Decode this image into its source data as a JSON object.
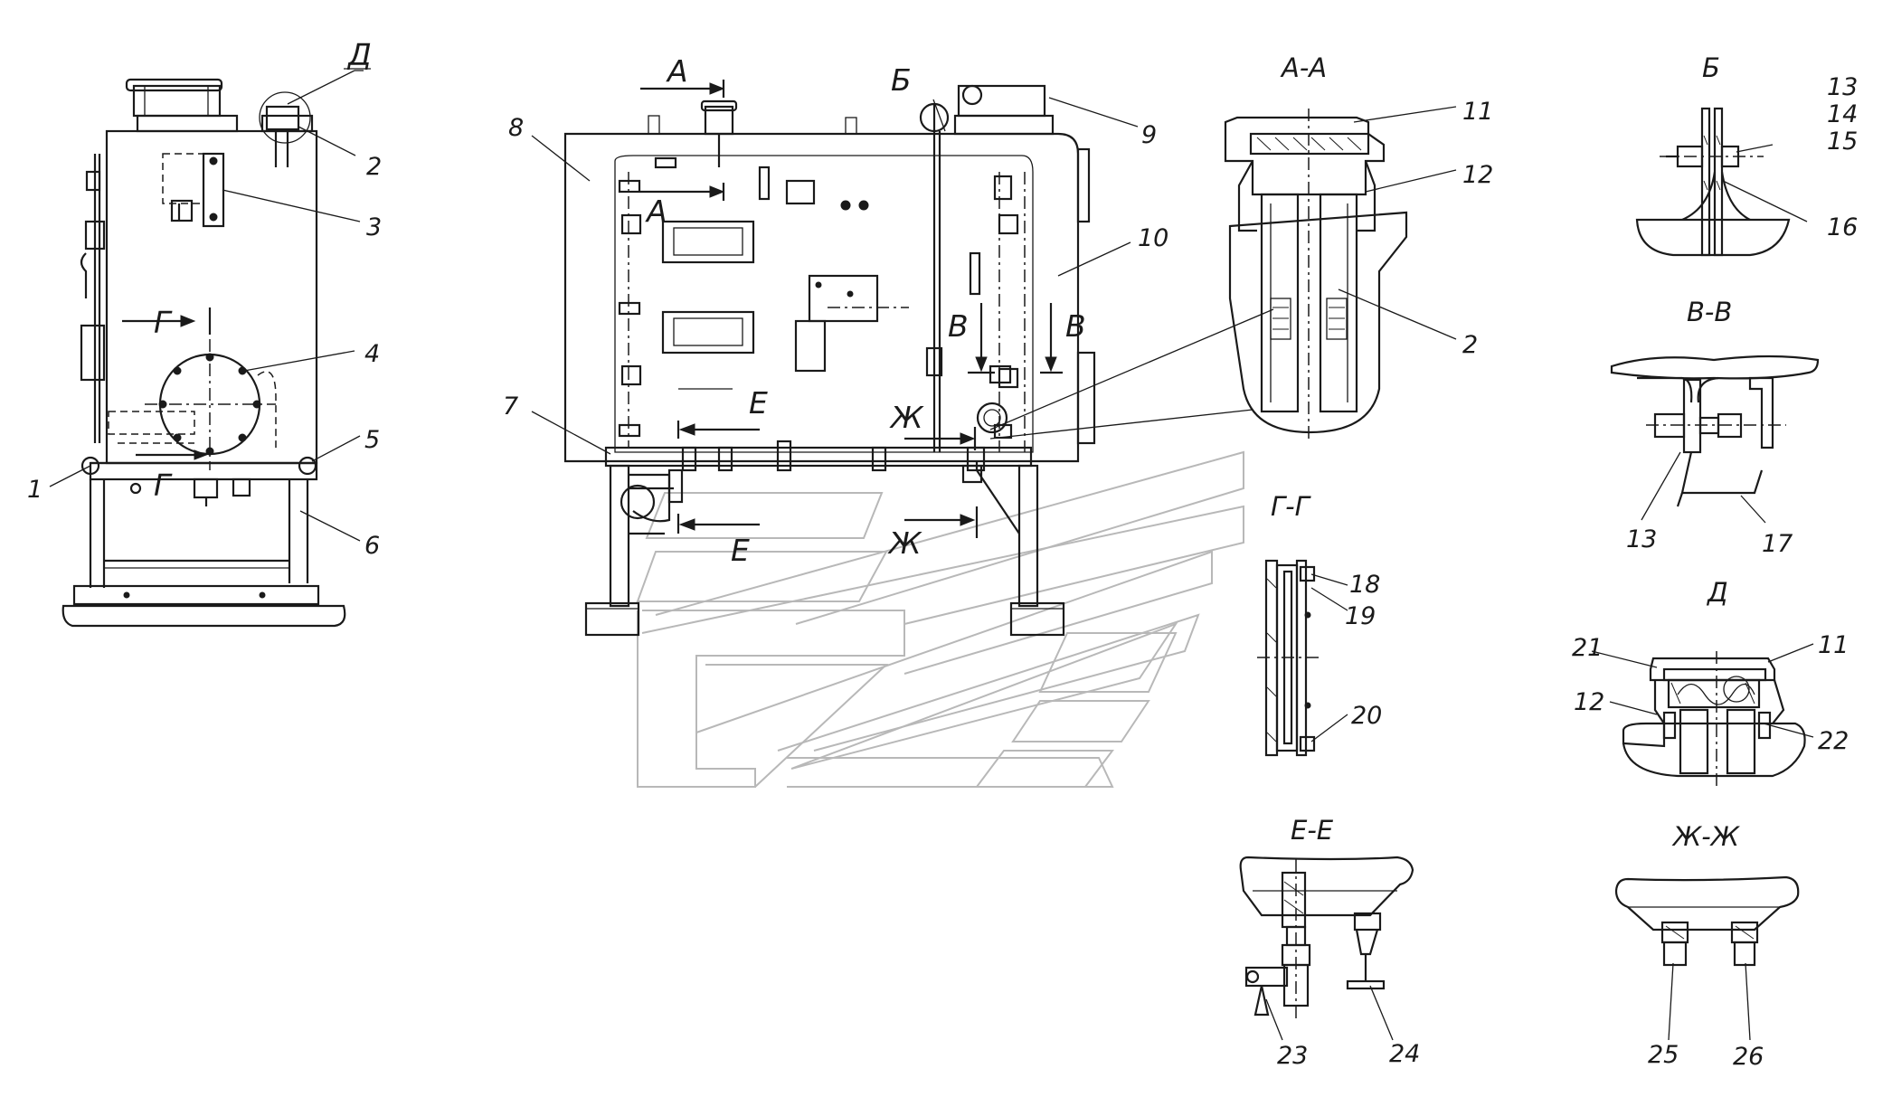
{
  "section_titles": {
    "aa": "А-А",
    "b": "Б",
    "vv": "В-В",
    "gg": "Г-Г",
    "d": "Д",
    "ee": "Е-Е",
    "zhzh": "Ж-Ж"
  },
  "section_markers": {
    "a": "А",
    "b": "Б",
    "v": "В",
    "g": "Г",
    "d": "Д",
    "e": "Е",
    "zh": "Ж"
  },
  "part_numbers": [
    "1",
    "2",
    "3",
    "4",
    "5",
    "6",
    "7",
    "8",
    "9",
    "10",
    "11",
    "12",
    "13",
    "14",
    "15",
    "16",
    "17",
    "18",
    "19",
    "20",
    "21",
    "22",
    "23",
    "24",
    "25",
    "26"
  ]
}
